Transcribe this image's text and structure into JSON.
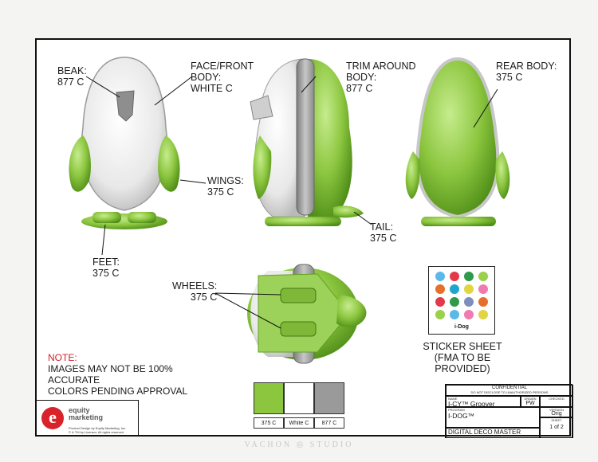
{
  "labels": {
    "beak": "BEAK:\n877 C",
    "face": "FACE/FRONT\nBODY:\nWHITE C",
    "wings": "WINGS:\n375 C",
    "feet": "FEET:\n375 C",
    "trim": "TRIM AROUND\nBODY:\n877 C",
    "tail": "TAIL:\n375 C",
    "rear": "REAR BODY:\n375 C",
    "wheels": "WHEELS:\n375 C",
    "sticker": "STICKER SHEET\n(FMA TO BE\nPROVIDED)"
  },
  "note": {
    "title": "NOTE:",
    "line1": "IMAGES MAY NOT BE 100%",
    "line2": "ACCURATE",
    "line3": "COLORS PENDING APPROVAL"
  },
  "swatches": [
    {
      "label": "375 C",
      "color": "#8cc63f"
    },
    {
      "label": "White C",
      "color": "#ffffff"
    },
    {
      "label": "877 C",
      "color": "#9a9a9a"
    }
  ],
  "sticker_sheet": {
    "brand": "i-Dog",
    "dots": [
      "#5bb8e8",
      "#e23a4b",
      "#2e9a4a",
      "#9ad14a",
      "#e56f2b",
      "#1fa6cf",
      "#e2d542",
      "#f07bb0",
      "#e23a4b",
      "#2e9a4a",
      "#7f8fbd",
      "#e56f2b",
      "#9ad14a",
      "#5bb8e8",
      "#f07bb0",
      "#e2d542"
    ]
  },
  "logo": {
    "letter": "e",
    "name_line1": "equity",
    "name_line2": "marketing",
    "sub1": "Product Design by Equity Marketing, Inc.",
    "sub2": "© & TM by Licensor. All rights reserved."
  },
  "title_block": {
    "confidential": "CONFIDENTIAL",
    "disclose": "DO NOT DISCLOSE TO UNAUTHORIZED PERSONS",
    "name_caption": "NAME",
    "name": "I-CY™ Groover",
    "drawn_caption": "DRAWN",
    "drawn": "PW",
    "checked_caption": "CHECKED",
    "program_caption": "PROGRAM",
    "program": "I-DOG™",
    "version_caption": "VERSION",
    "version": "Orig",
    "sheet_caption": "SHEET",
    "sheet": "1 of 2",
    "doc_title": "DIGITAL DECO MASTER"
  },
  "footer": "VACHON ◎ STUDIO",
  "colors": {
    "green": "#8cc63f",
    "dark_green": "#5fa321",
    "gray_trim": "#9a9a9a",
    "note_red": "#d0202a",
    "logo_red": "#d8232a"
  }
}
